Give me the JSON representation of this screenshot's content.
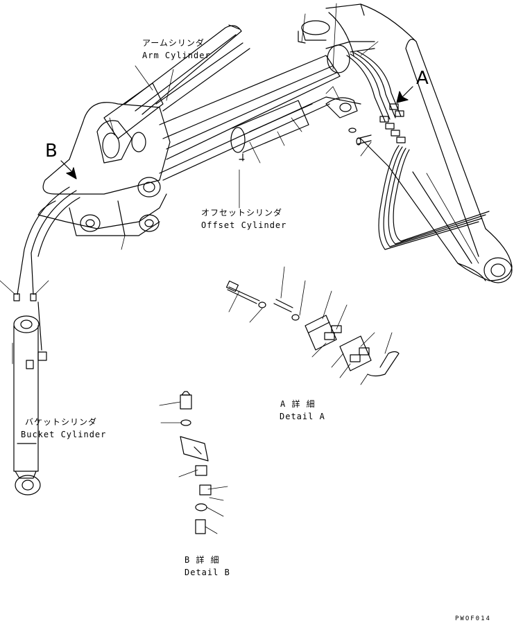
{
  "labels": {
    "arm_cylinder_jp": "アームシリンダ",
    "arm_cylinder_en": "Arm Cylinder",
    "offset_cylinder_jp": "オフセットシリンダ",
    "offset_cylinder_en": "Offset Cylinder",
    "bucket_cylinder_jp": "バケットシリンダ",
    "bucket_cylinder_en": "Bucket Cylinder",
    "detail_a_jp": "A 詳 細",
    "detail_a_en": "Detail A",
    "detail_b_jp": "B 詳 細",
    "detail_b_en": "Detail B",
    "view_a": "A",
    "view_b": "B",
    "drawing_code": "PWOF014"
  }
}
